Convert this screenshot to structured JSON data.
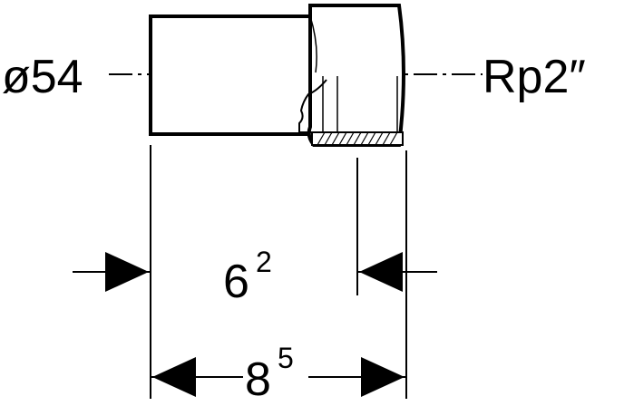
{
  "labels": {
    "left_diameter": "ø54",
    "right_thread": "Rp2″",
    "inner_dim_base": "6",
    "inner_dim_exp": "2",
    "outer_dim_base": "8",
    "outer_dim_exp": "5"
  }
}
